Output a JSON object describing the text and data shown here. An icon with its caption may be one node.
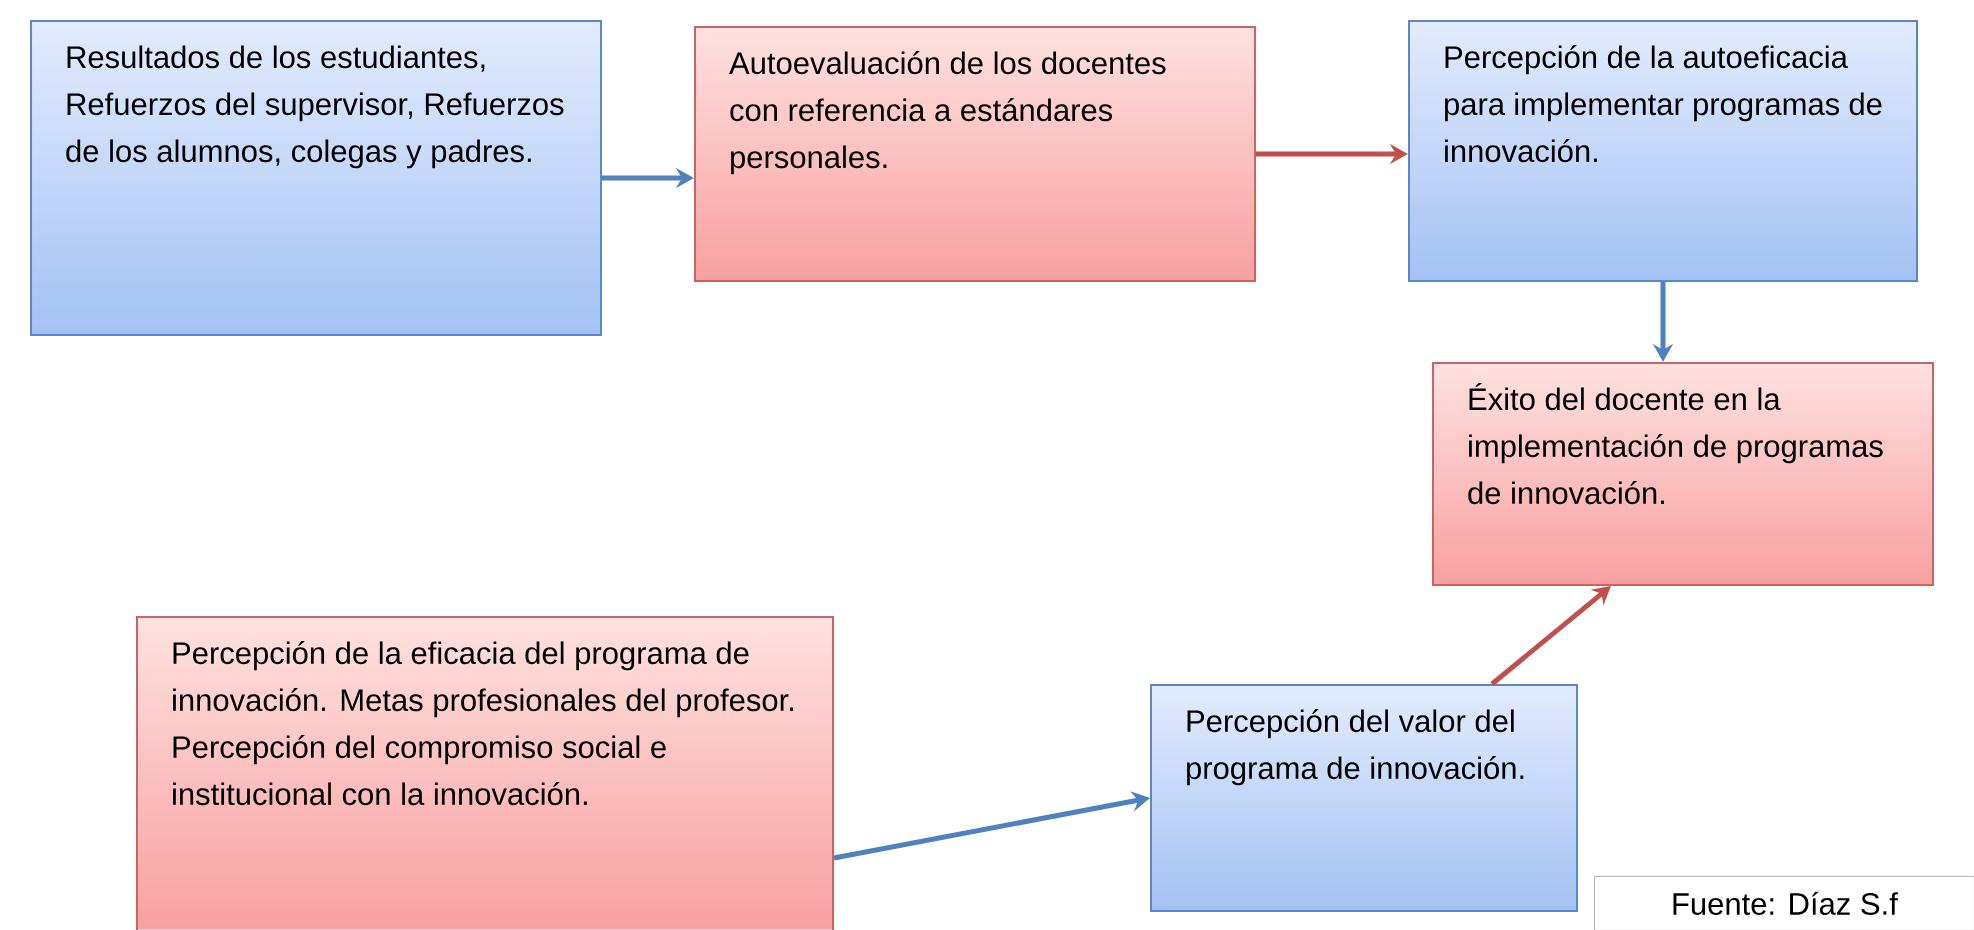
{
  "diagram": {
    "nodes": [
      {
        "text": [
          "Resultados de los estudiantes, Refuerzos del supervisor, Refuerzos de los alumnos, colegas y padres."
        ]
      },
      {
        "text": [
          "Autoevaluación de los docentes con referencia a estándares personales."
        ]
      },
      {
        "text": [
          "Percepción de la autoeficacia para implementar programas de innovación."
        ]
      },
      {
        "text": [
          "Éxito del docente en la implementación de programas de innovación."
        ]
      },
      {
        "text": [
          "Percepción de la eficacia del programa de innovación. Metas profesionales del profesor. Percepción del compromiso social e institucional con la innovación."
        ]
      },
      {
        "text": [
          "Percepción del valor del programa de innovación."
        ]
      }
    ],
    "edges": [
      {
        "from": 0,
        "to": 1,
        "arrow": "to"
      },
      {
        "from": 1,
        "to": 2,
        "arrow": "to",
        "color": "#c0504d"
      },
      {
        "from": 2,
        "to": 3,
        "arrow": "to"
      },
      {
        "from": 4,
        "to": 5,
        "arrow": "to"
      },
      {
        "from": 5,
        "to": 3,
        "arrow": "to",
        "color": "#c0504d"
      }
    ],
    "labels": [
      "Fuente: Díaz S.f"
    ]
  }
}
